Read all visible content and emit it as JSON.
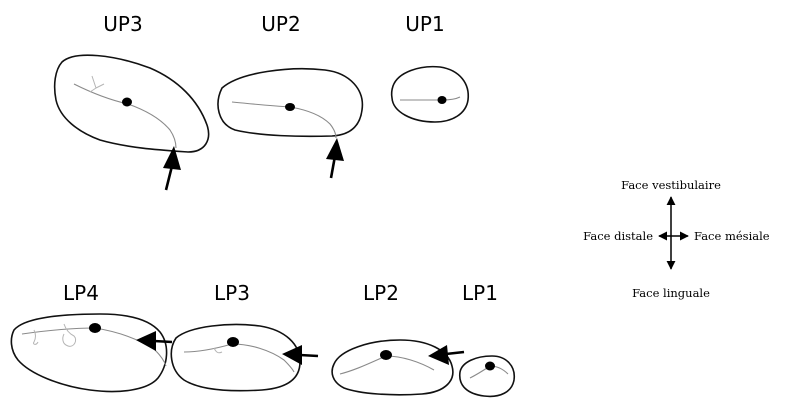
{
  "upper_labels": {
    "up3": "UP3",
    "up2": "UP2",
    "up1": "UP1"
  },
  "lower_labels": {
    "lp4": "LP4",
    "lp3": "LP3",
    "lp2": "LP2",
    "lp1": "LP1"
  },
  "orientation": {
    "top": "Face vestibulaire",
    "left": "Face distale",
    "right": "Face mésiale",
    "bottom": "Face linguale"
  }
}
